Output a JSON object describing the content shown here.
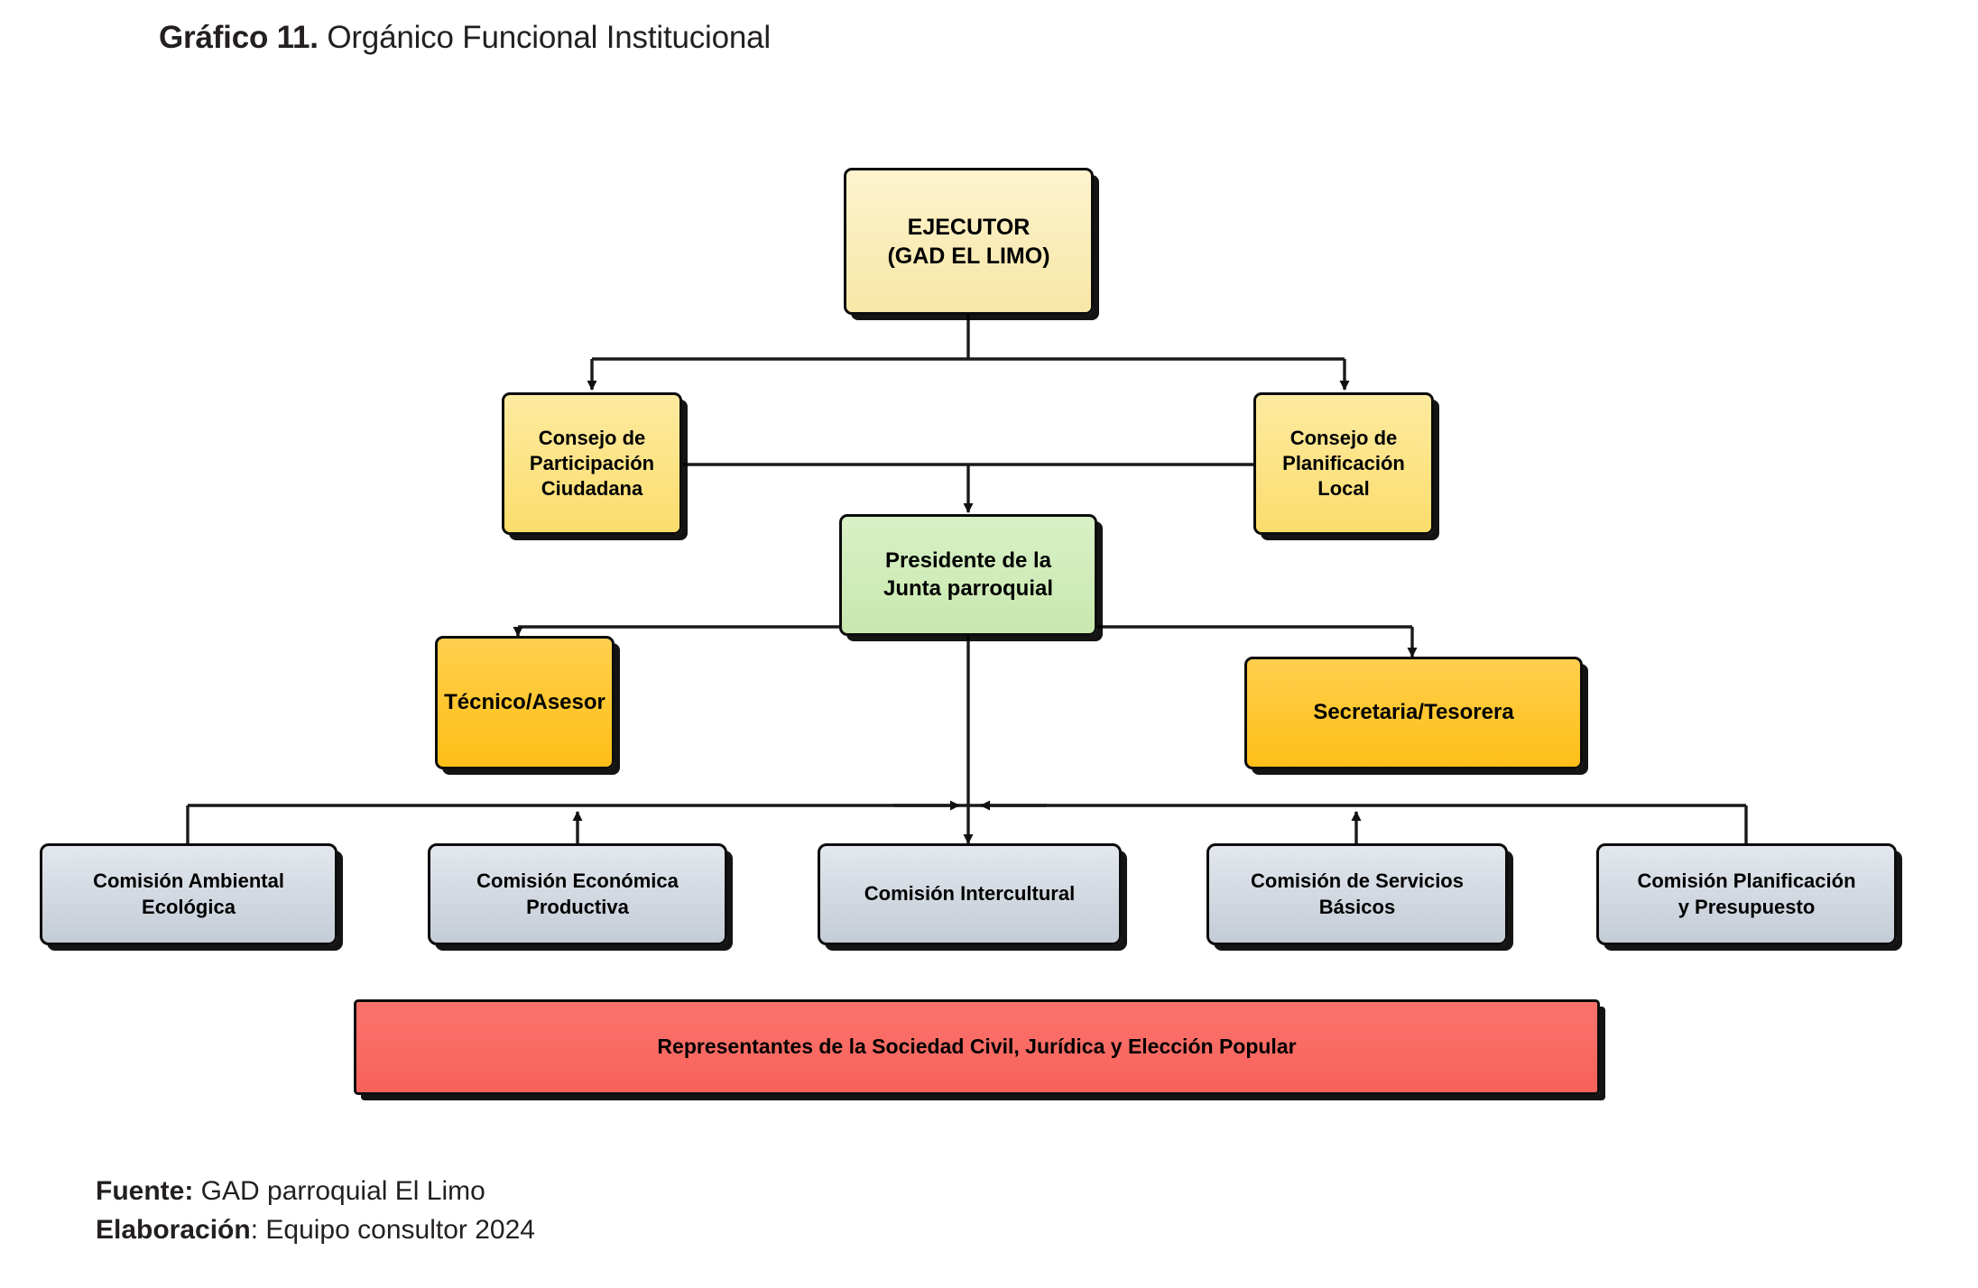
{
  "title": {
    "label": "Gráfico 11.",
    "text": "Orgánico Funcional Institucional"
  },
  "chart_data": {
    "type": "diagram",
    "subtype": "organizational-chart",
    "title": "Gráfico 11. Orgánico Funcional Institucional",
    "nodes": [
      {
        "id": "ejecutor",
        "label": "EJECUTOR\n(GAD EL LIMO)",
        "level": 0,
        "color": "#faecb8"
      },
      {
        "id": "participacion",
        "label": "Consejo de\nParticipación\nCiudadana",
        "level": 1,
        "color": "#fce384"
      },
      {
        "id": "planificacion",
        "label": "Consejo de\nPlanificación\nLocal",
        "level": 1,
        "color": "#fce384"
      },
      {
        "id": "presidente",
        "label": "Presidente de la\nJunta parroquial",
        "level": 2,
        "color": "#cfecb9"
      },
      {
        "id": "tecnico",
        "label": "Técnico/Asesor",
        "level": 3,
        "color": "#ffc62e"
      },
      {
        "id": "secretaria",
        "label": "Secretaria/Tesorera",
        "level": 3,
        "color": "#ffc62e"
      },
      {
        "id": "ambiental",
        "label": "Comisión Ambiental\nEcológica",
        "level": 4,
        "color": "#d3d9e1"
      },
      {
        "id": "economica",
        "label": "Comisión Económica\nProductiva",
        "level": 4,
        "color": "#d3d9e1"
      },
      {
        "id": "intercultural",
        "label": "Comisión Intercultural",
        "level": 4,
        "color": "#d3d9e1"
      },
      {
        "id": "servicios",
        "label": "Comisión de Servicios\nBásicos",
        "level": 4,
        "color": "#d3d9e1"
      },
      {
        "id": "presupuesto",
        "label": "Comisión Planificación\ny Presupuesto",
        "level": 4,
        "color": "#d3d9e1"
      },
      {
        "id": "representantes",
        "label": "Representantes de la Sociedad Civil, Jurídica y Elección Popular",
        "level": 5,
        "color": "#f96a63"
      }
    ],
    "edges": [
      {
        "from": "ejecutor",
        "to": "participacion",
        "arrow": "end"
      },
      {
        "from": "ejecutor",
        "to": "planificacion",
        "arrow": "end"
      },
      {
        "from": "participacion",
        "to": "presidente",
        "arrow": "end"
      },
      {
        "from": "planificacion",
        "to": "presidente",
        "arrow": "none"
      },
      {
        "from": "presidente",
        "to": "tecnico",
        "arrow": "end"
      },
      {
        "from": "presidente",
        "to": "secretaria",
        "arrow": "end"
      },
      {
        "from": "presidente",
        "to": "intercultural",
        "arrow": "end"
      },
      {
        "from": "ambiental",
        "to": "bus",
        "arrow": "none"
      },
      {
        "from": "economica",
        "to": "bus",
        "arrow": "start"
      },
      {
        "from": "servicios",
        "to": "bus",
        "arrow": "start"
      },
      {
        "from": "presupuesto",
        "to": "bus",
        "arrow": "none"
      }
    ]
  },
  "nodes": {
    "ejecutor": "EJECUTOR\n(GAD EL LIMO)",
    "participacion": "Consejo de\nParticipación\nCiudadana",
    "planificacion": "Consejo de\nPlanificación\nLocal",
    "presidente": "Presidente de la\nJunta parroquial",
    "tecnico": "Técnico/Asesor",
    "secretaria": "Secretaria/Tesorera",
    "ambiental": "Comisión Ambiental\nEcológica",
    "economica": "Comisión Económica\nProductiva",
    "intercultural": "Comisión Intercultural",
    "servicios": "Comisión de Servicios\nBásicos",
    "presupuesto": "Comisión Planificación\ny Presupuesto",
    "representantes": "Representantes de la Sociedad Civil, Jurídica y Elección Popular"
  },
  "footer": {
    "source_label": "Fuente:",
    "source_value": " GAD parroquial El Limo",
    "author_label": "Elaboración",
    "author_value": ": Equipo consultor 2024"
  }
}
